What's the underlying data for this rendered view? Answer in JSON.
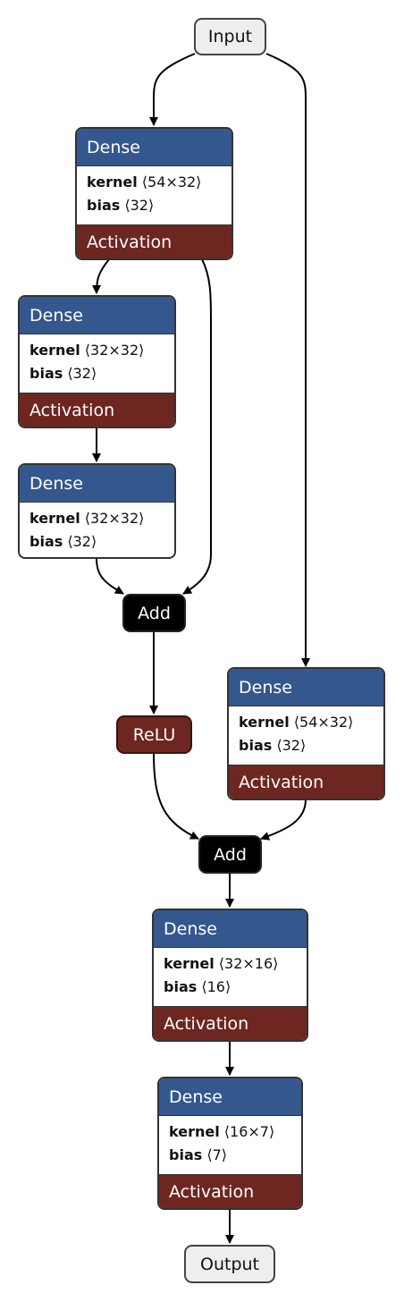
{
  "colors": {
    "dense_header": "#34578e",
    "activation": "#6e2621",
    "add_op": "#000000",
    "io": "#eeeeee"
  },
  "input": {
    "label": "Input"
  },
  "output": {
    "label": "Output"
  },
  "dense1": {
    "title": "Dense",
    "kernel_label": "kernel",
    "kernel": "⟨54×32⟩",
    "bias_label": "bias",
    "bias": "⟨32⟩",
    "activation": "Activation"
  },
  "dense2": {
    "title": "Dense",
    "kernel_label": "kernel",
    "kernel": "⟨32×32⟩",
    "bias_label": "bias",
    "bias": "⟨32⟩",
    "activation": "Activation"
  },
  "dense3": {
    "title": "Dense",
    "kernel_label": "kernel",
    "kernel": "⟨32×32⟩",
    "bias_label": "bias",
    "bias": "⟨32⟩"
  },
  "dense4": {
    "title": "Dense",
    "kernel_label": "kernel",
    "kernel": "⟨54×32⟩",
    "bias_label": "bias",
    "bias": "⟨32⟩",
    "activation": "Activation"
  },
  "dense5": {
    "title": "Dense",
    "kernel_label": "kernel",
    "kernel": "⟨32×16⟩",
    "bias_label": "bias",
    "bias": "⟨16⟩",
    "activation": "Activation"
  },
  "dense6": {
    "title": "Dense",
    "kernel_label": "kernel",
    "kernel": "⟨16×7⟩",
    "bias_label": "bias",
    "bias": "⟨7⟩",
    "activation": "Activation"
  },
  "add1": {
    "label": "Add"
  },
  "add2": {
    "label": "Add"
  },
  "relu": {
    "label": "ReLU"
  }
}
